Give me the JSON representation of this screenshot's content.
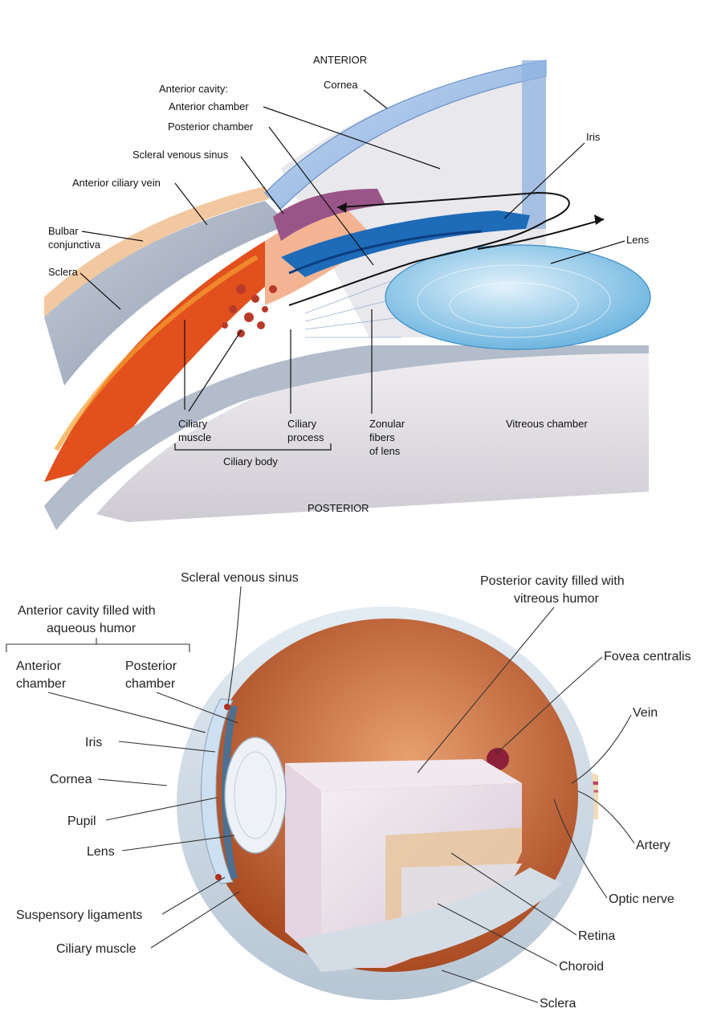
{
  "top_diagram": {
    "orientation_top": "ANTERIOR",
    "orientation_bottom": "POSTERIOR",
    "labels": {
      "cornea": "Cornea",
      "anterior_cavity": "Anterior cavity:",
      "anterior_chamber": "Anterior chamber",
      "posterior_chamber": "Posterior chamber",
      "scleral_venous_sinus": "Scleral venous sinus",
      "anterior_ciliary_vein": "Anterior ciliary vein",
      "bulbar_conjunctiva_1": "Bulbar",
      "bulbar_conjunctiva_2": "conjunctiva",
      "sclera": "Sclera",
      "iris": "Iris",
      "lens": "Lens",
      "ciliary_muscle_1": "Ciliary",
      "ciliary_muscle_2": "muscle",
      "ciliary_process_1": "Ciliary",
      "ciliary_process_2": "process",
      "ciliary_body": "Ciliary body",
      "zonular_1": "Zonular",
      "zonular_2": "fibers",
      "zonular_3": "of lens",
      "vitreous_chamber": "Vitreous chamber"
    }
  },
  "bottom_diagram": {
    "labels": {
      "scleral_venous_sinus": "Scleral venous sinus",
      "anterior_cavity_1": "Anterior cavity filled with",
      "anterior_cavity_2": "aqueous humor",
      "anterior_chamber_1": "Anterior",
      "anterior_chamber_2": "chamber",
      "posterior_chamber_1": "Posterior",
      "posterior_chamber_2": "chamber",
      "posterior_cavity_1": "Posterior cavity filled with",
      "posterior_cavity_2": "vitreous humor",
      "fovea_centralis": "Fovea centralis",
      "vein": "Vein",
      "iris": "Iris",
      "cornea": "Cornea",
      "pupil": "Pupil",
      "lens": "Lens",
      "artery": "Artery",
      "optic_nerve": "Optic nerve",
      "suspensory_ligaments": "Suspensory ligaments",
      "ciliary_muscle": "Ciliary muscle",
      "retina": "Retina",
      "choroid": "Choroid",
      "sclera": "Sclera"
    }
  }
}
